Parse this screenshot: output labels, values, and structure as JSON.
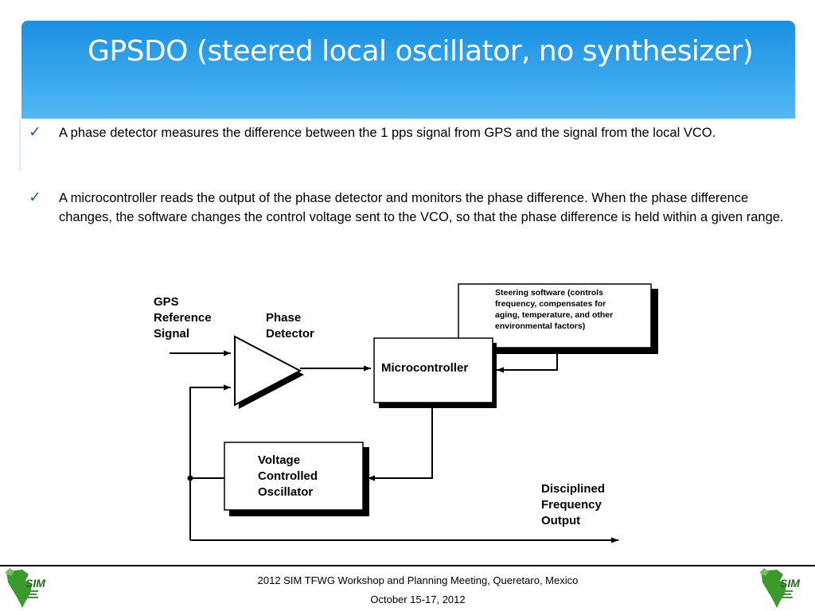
{
  "slide": {
    "title": "GPSDO (steered local oscillator, no synthesizer)"
  },
  "bullets": [
    {
      "icon": "checkmark-icon",
      "text": "A phase detector measures the difference between the 1 pps signal from GPS and the signal from the local VCO."
    },
    {
      "icon": "checkmark-icon",
      "text": "A microcontroller reads the output of the phase detector and monitors the phase difference. When the phase difference changes, the software changes the control voltage sent to the VCO, so that the phase difference is held within a given range."
    }
  ],
  "diagram": {
    "gps_label": [
      "GPS",
      "Reference",
      "Signal"
    ],
    "phase_label": [
      "Phase",
      "Detector"
    ],
    "software_label": [
      "Steering software (controls",
      "frequency, compensates for",
      "aging,  temperature, and other",
      "environmental factors)"
    ],
    "micro_label": "Microcontroller",
    "vco_label": [
      "Voltage",
      "Controlled",
      "Oscillator"
    ],
    "output_label": [
      "Disciplined",
      "Frequency",
      "Output"
    ]
  },
  "footer": {
    "event": "2012 SIM TFWG Workshop and Planning Meeting, Queretaro, Mexico",
    "dates": "October 15-17, 2012",
    "logo_text": "SIM"
  },
  "colors": {
    "header_blue": "#1b8fe0",
    "check_blue": "#2a5ea8",
    "logo_green": "#3a9a2a"
  }
}
